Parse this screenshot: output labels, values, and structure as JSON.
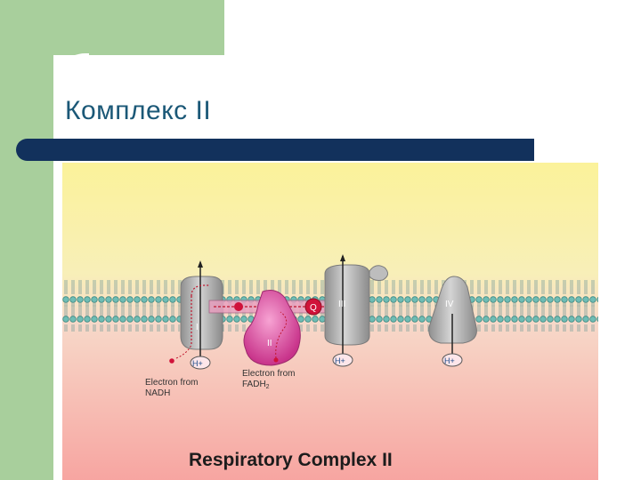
{
  "slide": {
    "title": "Комплекс II"
  },
  "figure": {
    "caption": "Respiratory Complex II",
    "complex_labels": [
      "I",
      "II",
      "III",
      "IV"
    ],
    "proton_label": "H+",
    "electron_nadh_line1": "Electron from",
    "electron_nadh_line2": "NADH",
    "electron_fadh2_line1": "Electron from",
    "electron_fadh2_line2": "FADH",
    "electron_fadh2_sub": "2",
    "q_label": "Q"
  },
  "colors": {
    "green_bar": "#a8cf9c",
    "title_text": "#1b5877",
    "divider": "#12315c",
    "figure_top": "#fbf29a",
    "figure_bottom": "#f7a5a1",
    "membrane": "#5fb0a8",
    "complex_gray": "#b3b3b3",
    "complex_ii_pink": "#e64a9e"
  }
}
